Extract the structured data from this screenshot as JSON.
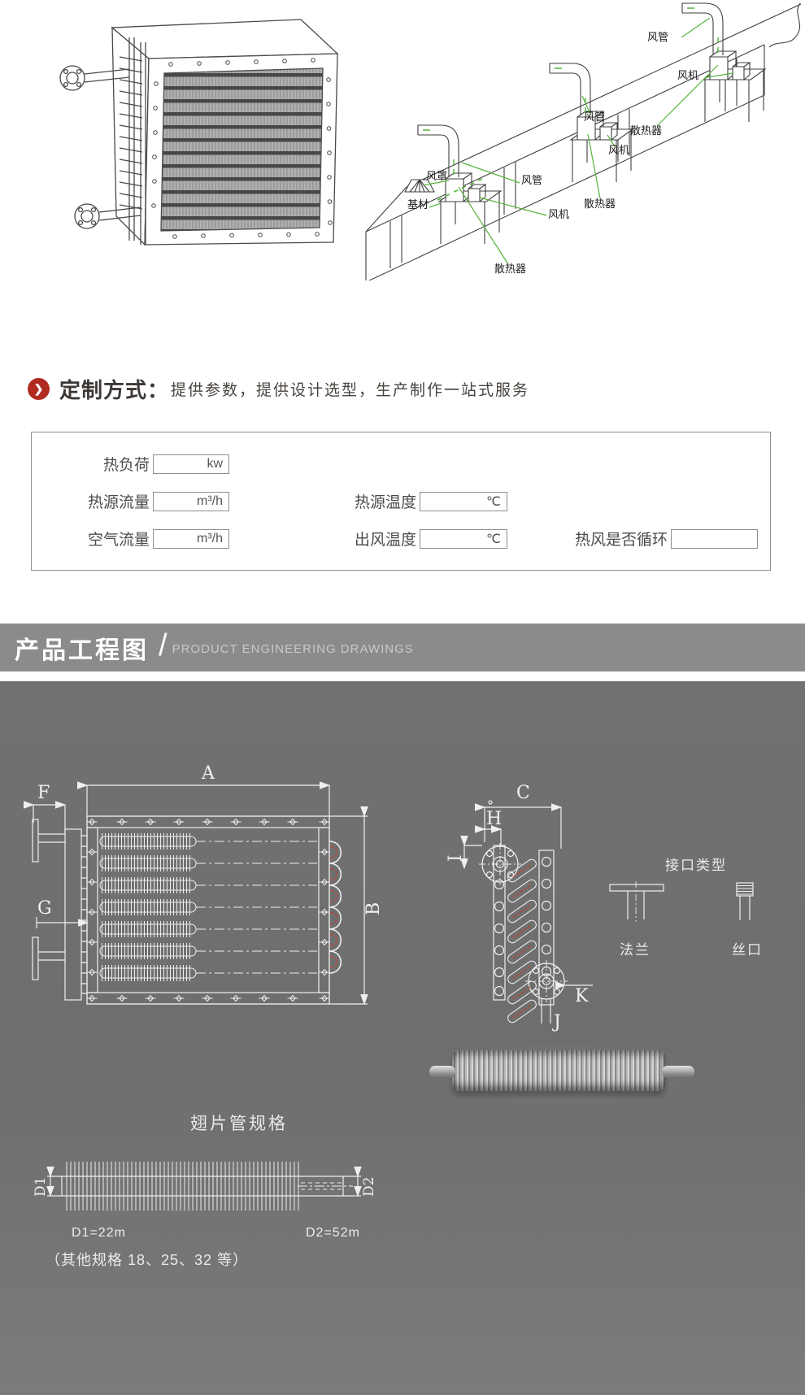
{
  "diagram_labels": {
    "duct": "风管",
    "fan": "风机",
    "radiator": "散热器",
    "hood": "风罩",
    "base": "基材"
  },
  "custom": {
    "chevron_icon": "❯",
    "title": "定制方式：",
    "desc": "提供参数，提供设计选型，生产制作一站式服务"
  },
  "form": {
    "heat_load_label": "热负荷",
    "heat_load_unit": "kw",
    "source_flow_label": "热源流量",
    "source_flow_unit": "m³/h",
    "source_temp_label": "热源温度",
    "source_temp_unit": "℃",
    "air_flow_label": "空气流量",
    "air_flow_unit": "m³/h",
    "outlet_temp_label": "出风温度",
    "outlet_temp_unit": "℃",
    "recirculation_label": "热风是否循环"
  },
  "section_bar": {
    "title_cn": "产品工程图",
    "slash": "/",
    "title_en": "PRODUCT ENGINEERING DRAWINGS"
  },
  "dims": {
    "a": "A",
    "b": "B",
    "c": "C",
    "f": "F",
    "g": "G",
    "h": "H",
    "i": "I",
    "j": "J",
    "k": "K"
  },
  "interface": {
    "title": "接口类型",
    "flange": "法兰",
    "thread": "丝口"
  },
  "fin_tube": {
    "title": "翅片管规格",
    "d1": "D1",
    "d2": "D2",
    "d1_spec": "D1=22m",
    "d2_spec": "D2=52m",
    "other_specs": "（其他规格 18、25、32 等）"
  },
  "colors": {
    "accent_red": "#b02a20",
    "leader_green": "#55b43c",
    "bar_gray": "#8b8b8b",
    "section_gray": "#6e6e6e",
    "drawing_line": "#efefef",
    "drawing_red": "#cf3b2e"
  }
}
